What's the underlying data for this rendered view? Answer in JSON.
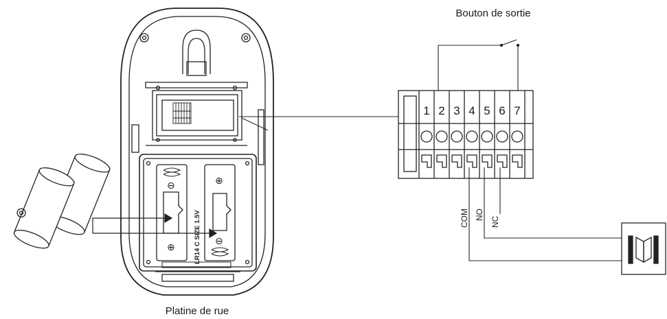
{
  "labels": {
    "exit_button": "Bouton de sortie",
    "street_panel": "Platine de rue",
    "com": "COM",
    "no": "NO",
    "nc": "NC",
    "battery_spec": "LR14 C SIZE 1.5V"
  },
  "terminals": [
    "1",
    "2",
    "3",
    "4",
    "5",
    "6",
    "7"
  ],
  "polarity": {
    "plus": "⊕",
    "minus": "⊖"
  }
}
